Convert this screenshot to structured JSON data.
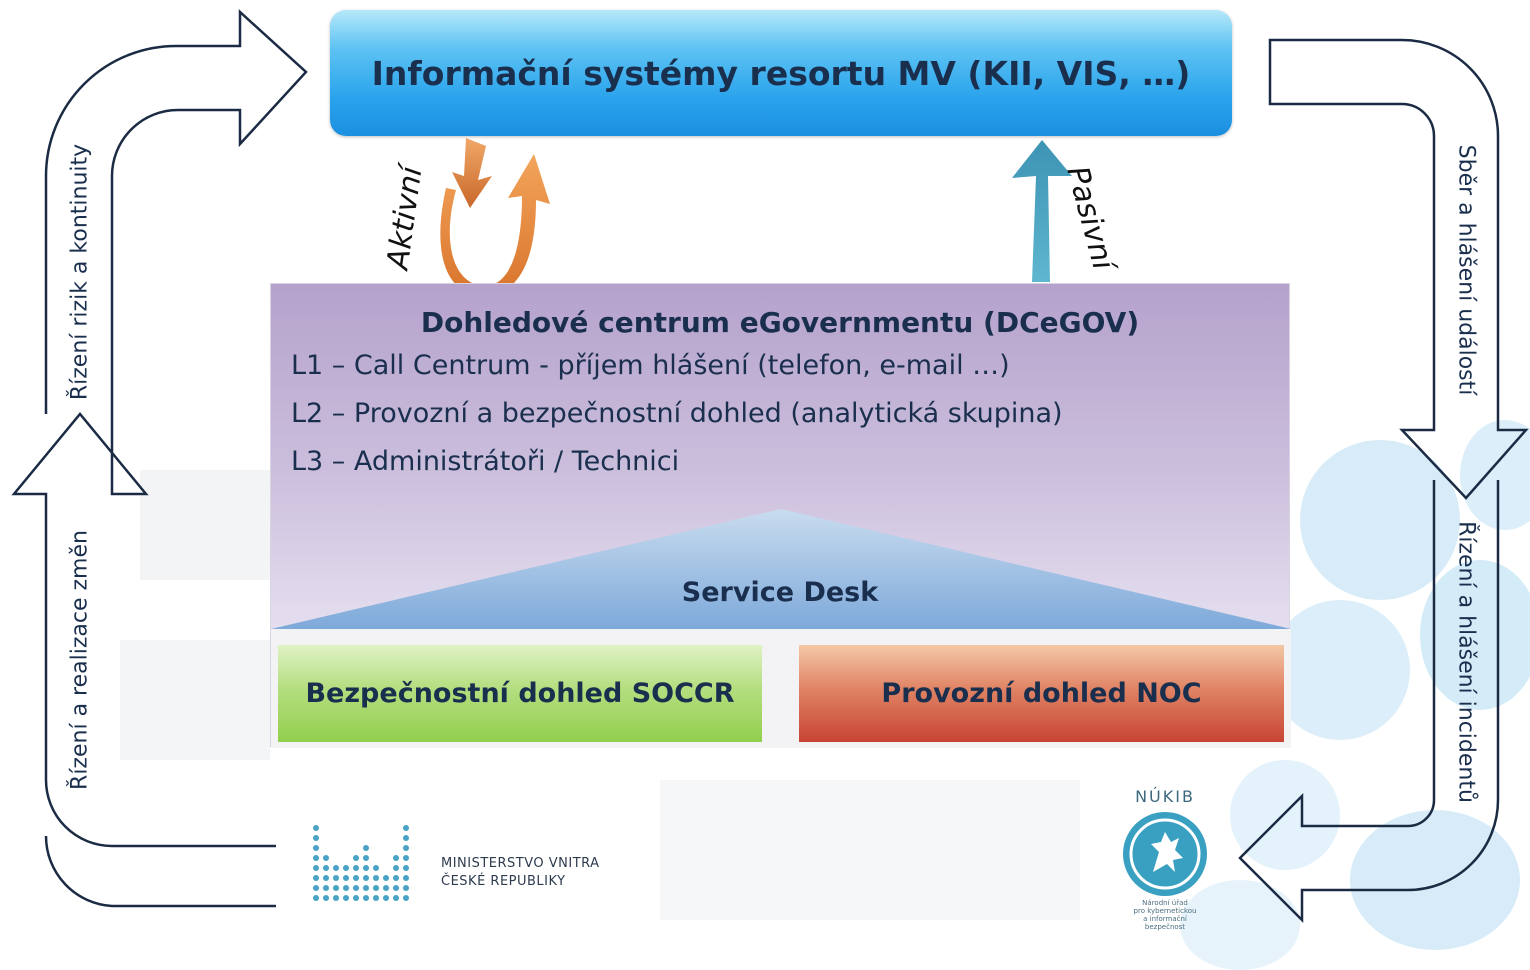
{
  "top_box": {
    "title": "Informační systémy resortu MV (KII, VIS, …)"
  },
  "center_panel": {
    "title": "Dohledové centrum eGovernmentu (DCeGOV)",
    "levels": [
      "L1 – Call Centrum - příjem hlášení (telefon, e-mail …)",
      "L2 – Provozní a bezpečnostní dohled (analytická skupina)",
      "L3 – Administrátoři / Technici"
    ],
    "service_desk": "Service Desk",
    "security_monitoring": "Bezpečnostní dohled SOCCR",
    "operations_monitoring": "Provozní dohled NOC"
  },
  "side_labels": {
    "left_top": "Řízení rizik a kontinuity",
    "left_bottom": "Řízení a realizace změn",
    "right_top": "Sběr a hlášení událostí",
    "right_bottom": "Řízení a hlášení incidentů"
  },
  "flow_labels": {
    "active": "Aktivní",
    "passive": "Pasivní"
  },
  "logos": {
    "ministry_line1": "MINISTERSTVO VNITRA",
    "ministry_line2": "ČESKÉ REPUBLIKY",
    "nukib_title": "NÚKIB",
    "nukib_subtitle": "Národní úřad\npro kybernetickou\na informační\nbezpečnost"
  },
  "colors": {
    "dark_text": "#1a2f4e",
    "top_box_blue": "#2aa3ec",
    "panel_purple": "#b5a2cc",
    "soccr_green": "#93cf4e",
    "noc_red": "#c84434",
    "active_arrow": "#e8893a",
    "passive_arrow": "#4ba3c1",
    "outline_arrow": "#1b2b44"
  }
}
